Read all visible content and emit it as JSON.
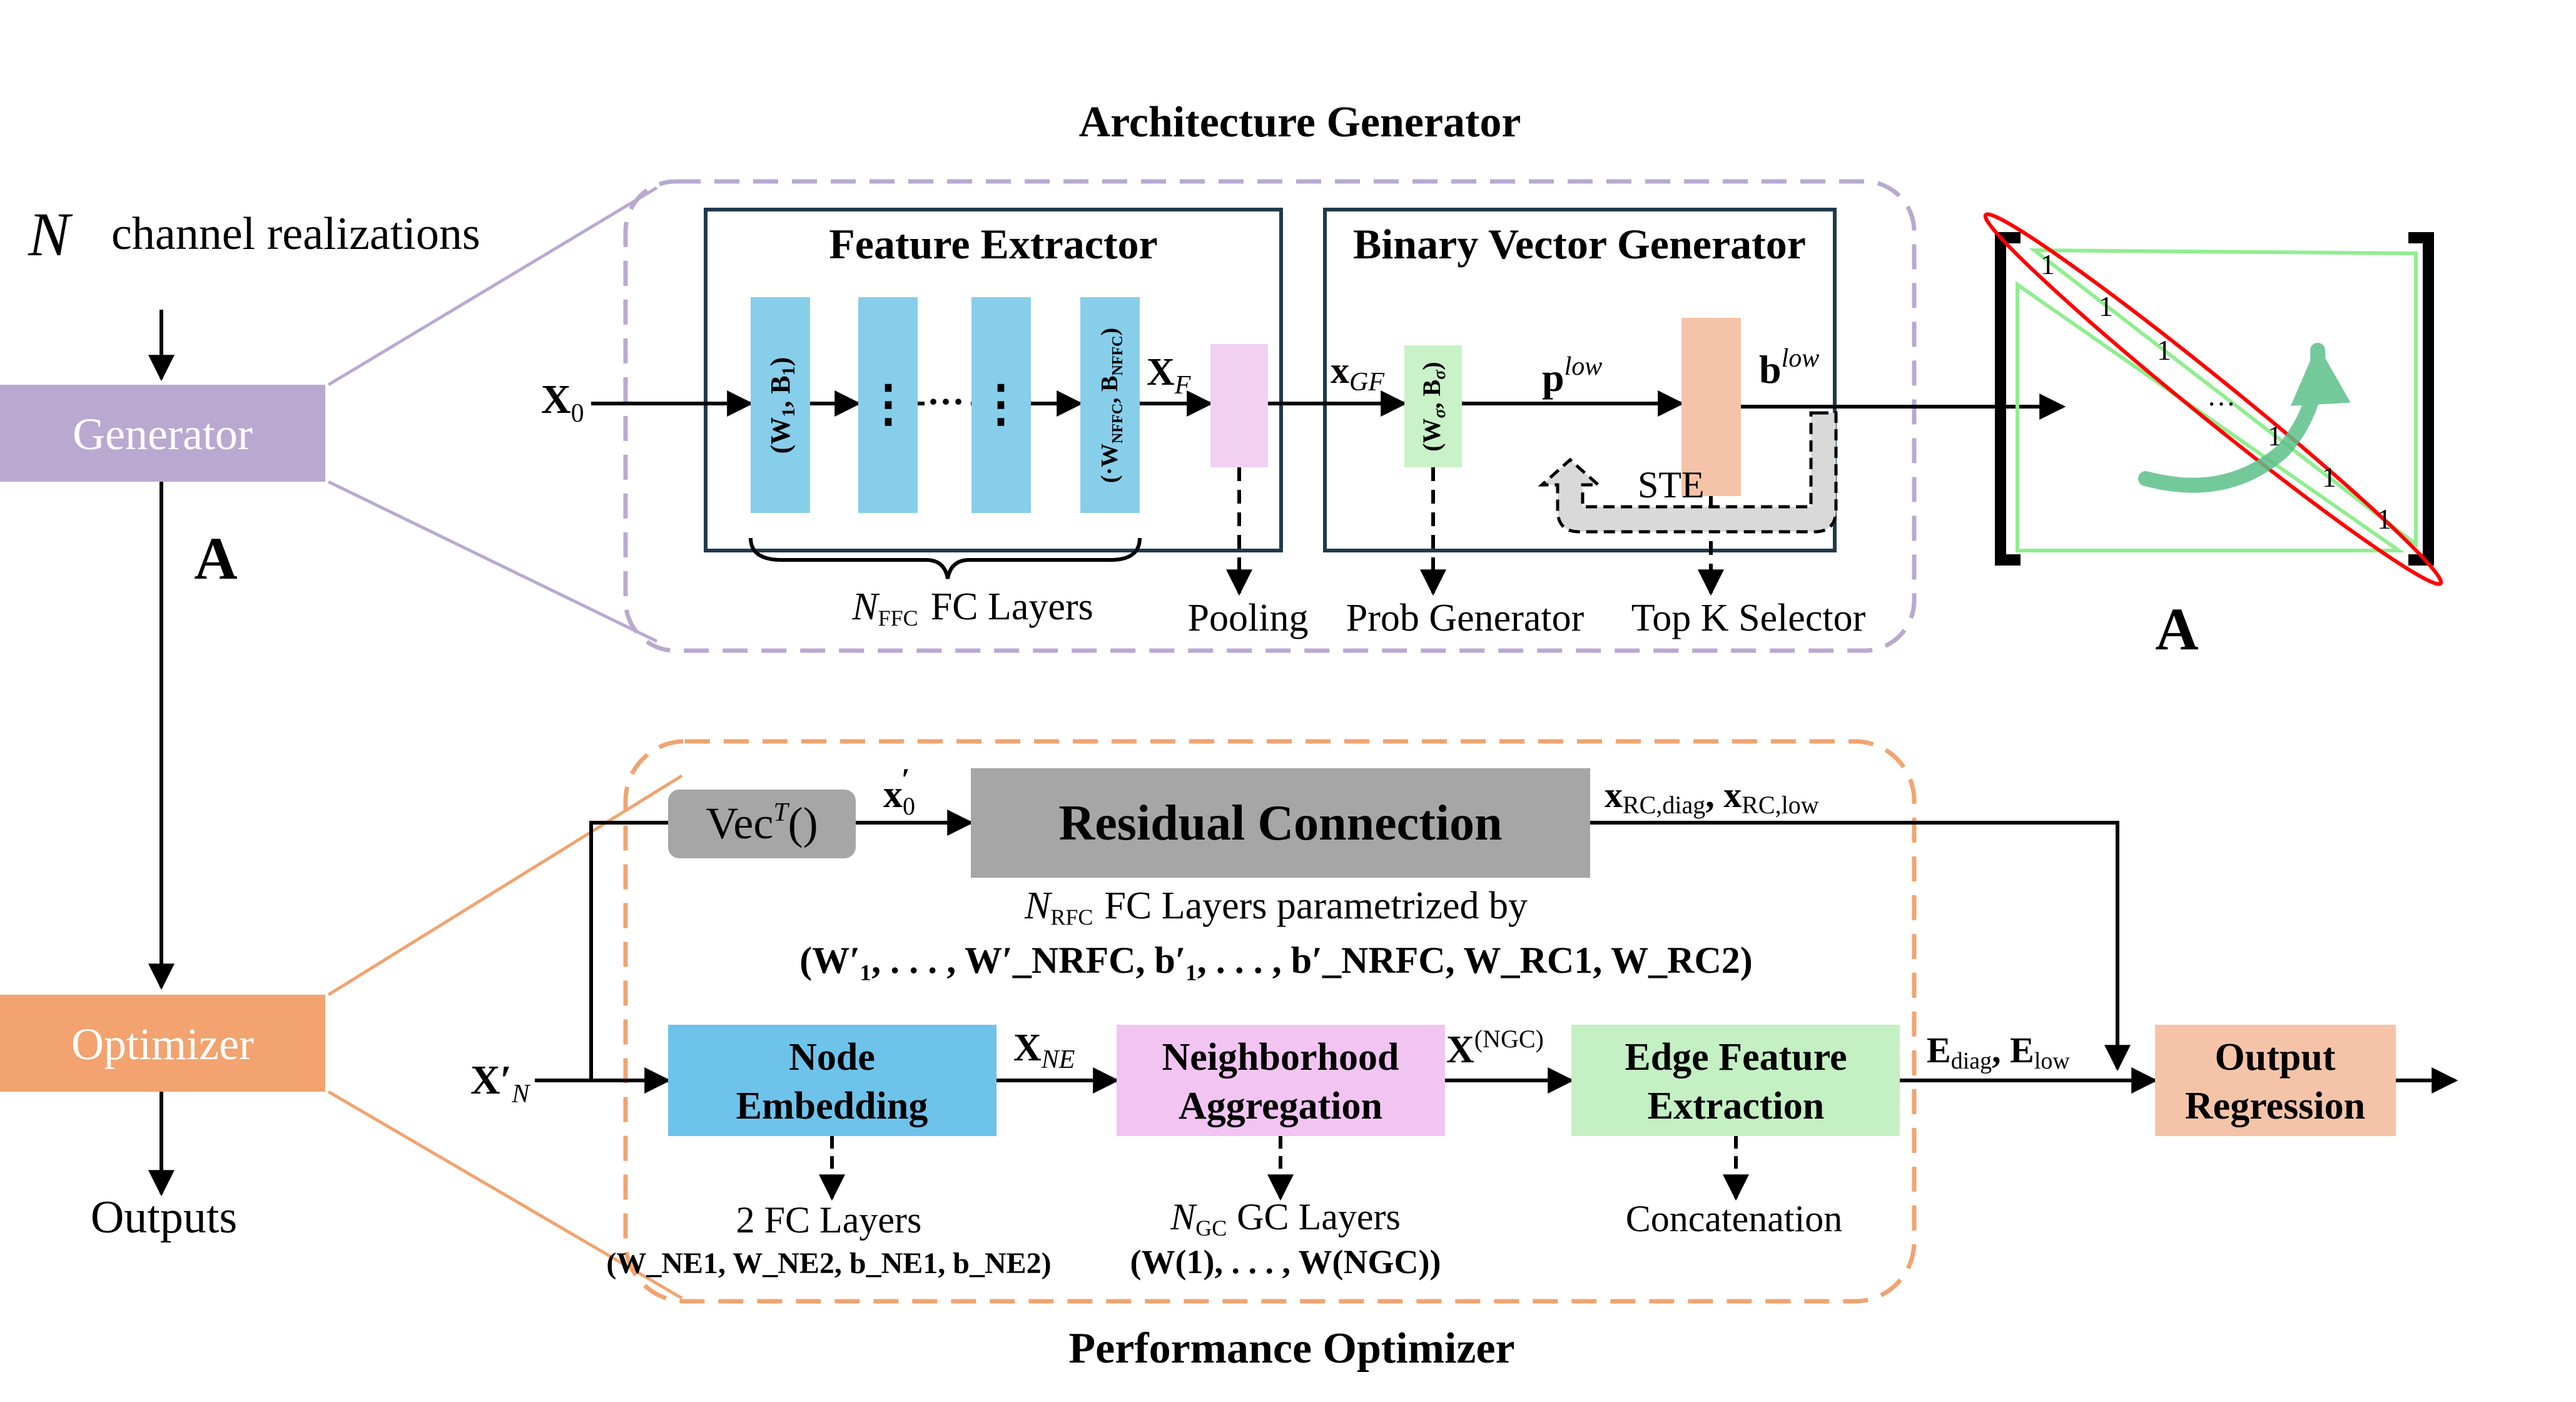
{
  "titles": {
    "architecture_generator": "Architecture Generator",
    "performance_optimizer": "Performance Optimizer"
  },
  "left_flow": {
    "n_symbol": "N",
    "channel_text": "channel realizations",
    "generator": "Generator",
    "a_label": "A",
    "optimizer": "Optimizer",
    "outputs": "Outputs"
  },
  "generator": {
    "x0": "X",
    "x0_sub": "0",
    "feature_extractor": "Feature Extractor",
    "binary_vector_generator": "Binary Vector Generator",
    "fc_first": "(W",
    "fc_first_b": ", B",
    "fc_first_sub": "1",
    "fc_last": "(·W",
    "fc_last_sub": "NFFC",
    "fc_last_b": ", B",
    "ellipsis": "⋮",
    "hdots": "···",
    "xf": "X",
    "xf_sub": "F",
    "xgf": "x",
    "xgf_sub": "GF",
    "prob_gen_box": "(W",
    "prob_gen_sub": "σ",
    "prob_gen_b": ", B",
    "p_low": "p",
    "p_low_sup": "low",
    "b_low": "b",
    "b_low_sup": "low",
    "ste": "STE",
    "nffc": "N",
    "nffc_sub": "FFC",
    "fc_layers": "FC Layers",
    "pooling": "Pooling",
    "prob_generator": "Prob Generator",
    "topk_selector": "Top K Selector",
    "matrix_ones": [
      "1",
      "1",
      "1",
      "1",
      "1",
      "1"
    ],
    "matrix_dots": "…",
    "a_below": "A"
  },
  "optimizer": {
    "vec": "Vec",
    "vec_sup": "T",
    "vec_end": "()",
    "x0p": "x",
    "x0p_sub": "0",
    "x0p_prime": "′",
    "residual": "Residual Connection",
    "xrc": "x",
    "xrc_diag": "RC,diag",
    "xrc_low": "RC,low",
    "nrfc_line": "FC Layers parametrized by",
    "nrfc": "N",
    "nrfc_sub": "RFC",
    "params_line": "(W′₁, . . . , W′_NRFC, b′₁, . . . , b′_NRFC, W_RC1, W_RC2)",
    "xn": "X′",
    "xn_sub": "N",
    "node_embedding_1": "Node",
    "node_embedding_2": "Embedding",
    "xne": "X",
    "xne_sub": "NE",
    "neighborhood_1": "Neighborhood",
    "neighborhood_2": "Aggregation",
    "xngc": "X",
    "xngc_sup": "(NGC)",
    "edge_1": "Edge Feature",
    "edge_2": "Extraction",
    "e_label": "E",
    "e_diag": "diag",
    "e_low": "low",
    "output_1": "Output",
    "output_2": "Regression",
    "fc2": "2 FC Layers",
    "ne_params": "(W_NE1, W_NE2, b_NE1, b_NE2)",
    "ngc": "N",
    "ngc_sub": "GC",
    "gc_layers": "GC Layers",
    "gc_params": "(W(1), . . . , W(NGC))",
    "concatenation": "Concatenation"
  },
  "colors": {
    "purple_box": "#b9a9d1",
    "orange_box": "#f2a36f",
    "blue": "#87ceeb",
    "pink": "#f2d0f2",
    "green": "#c9f2c9",
    "salmon": "#f5c4a8",
    "gray": "#a6a6a6",
    "dash_purple": "#b9a9d1",
    "dash_orange": "#f2a36f"
  }
}
